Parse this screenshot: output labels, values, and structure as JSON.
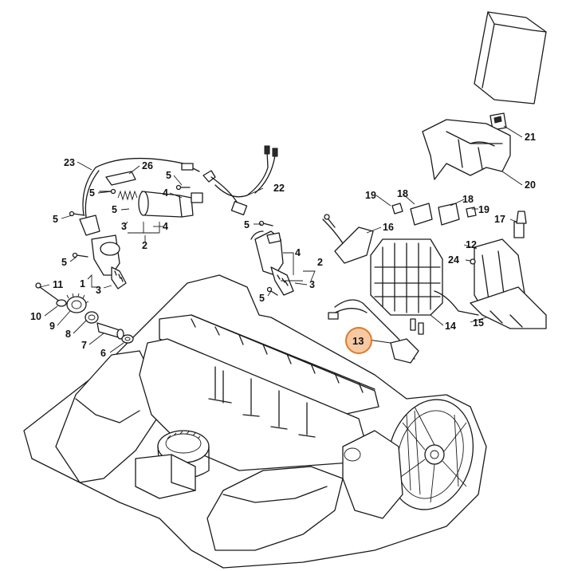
{
  "highlight": {
    "part": "13",
    "color": "#e07a2a",
    "fill": "#f7c9a3"
  },
  "callouts": [
    {
      "id": "c23",
      "text": "23"
    },
    {
      "id": "c26",
      "text": "26"
    },
    {
      "id": "c5a",
      "text": "5"
    },
    {
      "id": "c5b",
      "text": "5"
    },
    {
      "id": "c4a",
      "text": "4"
    },
    {
      "id": "c5c",
      "text": "5"
    },
    {
      "id": "c3a",
      "text": "3"
    },
    {
      "id": "c4b",
      "text": "4"
    },
    {
      "id": "c2a",
      "text": "2"
    },
    {
      "id": "c22",
      "text": "22"
    },
    {
      "id": "c5d",
      "text": "5"
    },
    {
      "id": "c5e",
      "text": "5"
    },
    {
      "id": "c5f",
      "text": "5"
    },
    {
      "id": "c4c",
      "text": "4"
    },
    {
      "id": "c2b",
      "text": "2"
    },
    {
      "id": "c3b",
      "text": "3"
    },
    {
      "id": "c5g",
      "text": "5"
    },
    {
      "id": "c1",
      "text": "1"
    },
    {
      "id": "c3c",
      "text": "3"
    },
    {
      "id": "c11",
      "text": "11"
    },
    {
      "id": "c10",
      "text": "10"
    },
    {
      "id": "c9",
      "text": "9"
    },
    {
      "id": "c8",
      "text": "8"
    },
    {
      "id": "c7",
      "text": "7"
    },
    {
      "id": "c6",
      "text": "6"
    },
    {
      "id": "c21",
      "text": "21"
    },
    {
      "id": "c20",
      "text": "20"
    },
    {
      "id": "c19a",
      "text": "19"
    },
    {
      "id": "c18a",
      "text": "18"
    },
    {
      "id": "c18b",
      "text": "18"
    },
    {
      "id": "c19b",
      "text": "19"
    },
    {
      "id": "c17",
      "text": "17"
    },
    {
      "id": "c16",
      "text": "16"
    },
    {
      "id": "c12",
      "text": "12"
    },
    {
      "id": "c24",
      "text": "24"
    },
    {
      "id": "c14",
      "text": "14"
    },
    {
      "id": "c15",
      "text": "15"
    }
  ]
}
